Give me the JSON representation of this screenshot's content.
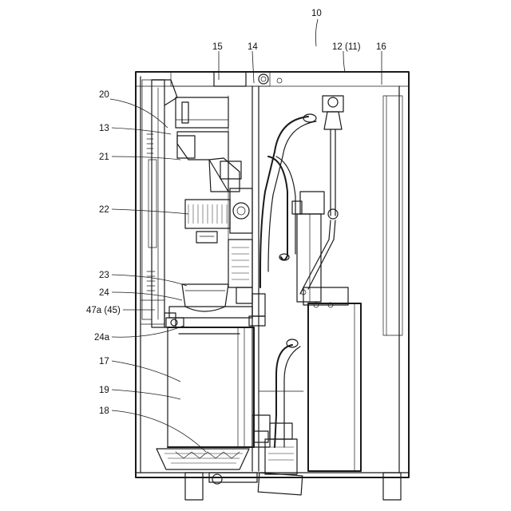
{
  "labels": {
    "l10": "10",
    "l12": "12 (11)",
    "l15": "15",
    "l14": "14",
    "l16": "16",
    "l20": "20",
    "l13": "13",
    "l21": "21",
    "l22": "22",
    "l23": "23",
    "l24": "24",
    "l47a": "47a (45)",
    "l24a": "24a",
    "l17": "17",
    "l19": "19",
    "l18": "18"
  }
}
